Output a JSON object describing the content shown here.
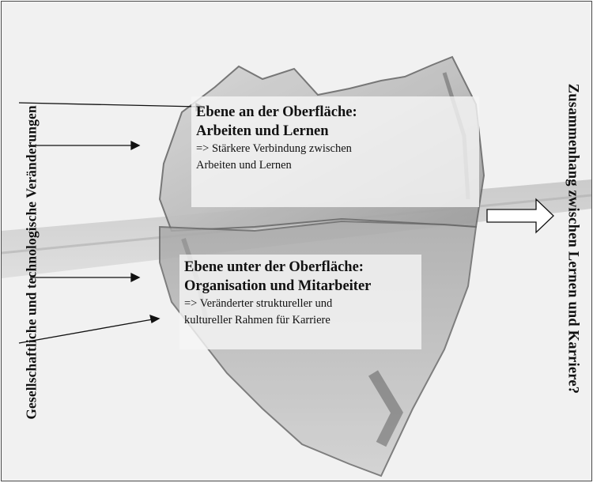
{
  "left_caption": "Gesellschaftliche und technologische Veränderungen",
  "right_caption": "Zusammenhang zwischen Lernen und Karriere?",
  "surface_level": {
    "heading_line1": "Ebene an der Oberfläche:",
    "heading_line2": "Arbeiten und Lernen",
    "desc_line1": "=> Stärkere Verbindung zwischen",
    "desc_line2": "Arbeiten und Lernen"
  },
  "below_surface_level": {
    "heading_line1": "Ebene unter der Oberfläche:",
    "heading_line2": "Organisation und Mitarbeiter",
    "desc_line1": "=> Veränderter struktureller und",
    "desc_line2": "kultureller Rahmen für Karriere"
  },
  "colors": {
    "background": "#f1f1f1",
    "pencil_dark": "#5a5a5a",
    "text": "#111111"
  }
}
